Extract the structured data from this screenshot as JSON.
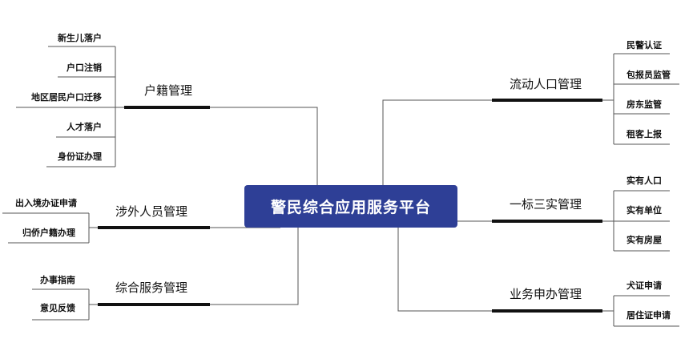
{
  "center": {
    "title": "警民综合应用服务平台"
  },
  "colors": {
    "center_fill": "#2e3f96",
    "center_text": "#ffffff",
    "branch_bar": "#111111",
    "line": "#555555"
  },
  "branches": [
    {
      "label": "户籍管理",
      "side": "left",
      "leaves": [
        "新生儿落户",
        "户口注销",
        "地区居民户口迁移",
        "人才落户",
        "身份证办理"
      ]
    },
    {
      "label": "涉外人员管理",
      "side": "left",
      "leaves": [
        "出入境办证申请",
        "归侨户籍办理"
      ]
    },
    {
      "label": "综合服务管理",
      "side": "left",
      "leaves": [
        "办事指南",
        "意见反馈"
      ]
    },
    {
      "label": "流动人口管理",
      "side": "right",
      "leaves": [
        "民警认证",
        "包报员监管",
        "房东监管",
        "租客上报"
      ]
    },
    {
      "label": "一标三实管理",
      "side": "right",
      "leaves": [
        "实有人口",
        "实有单位",
        "实有房屋"
      ]
    },
    {
      "label": "业务申办管理",
      "side": "right",
      "leaves": [
        "犬证申请",
        "居住证申请"
      ]
    }
  ]
}
